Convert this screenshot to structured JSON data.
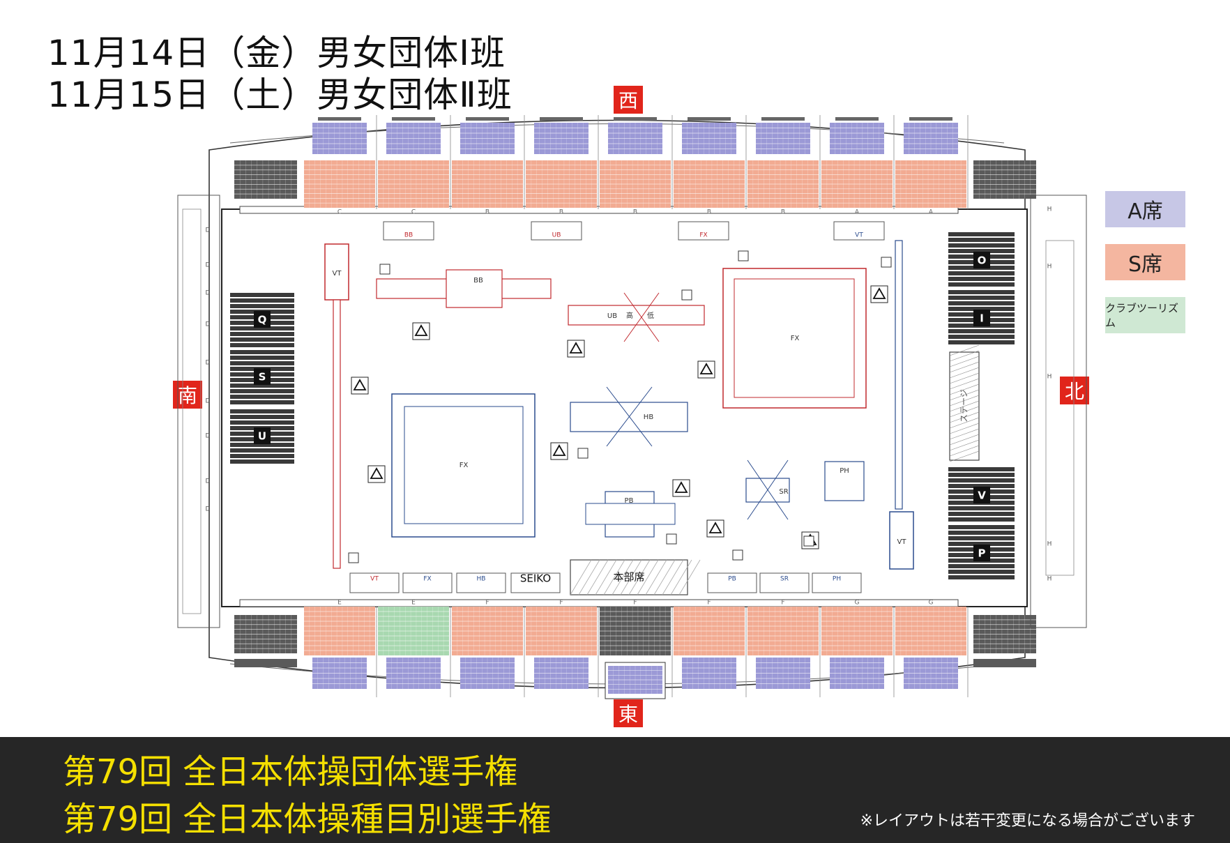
{
  "header": {
    "line1": "11月14日（金）男女団体Ⅰ班",
    "line2": "11月15日（土）男女団体Ⅱ班"
  },
  "directions": {
    "west": "西",
    "east": "東",
    "south": "南",
    "north": "北"
  },
  "legend": [
    {
      "label": "A席",
      "color": "#c7c7e6"
    },
    {
      "label": "S席",
      "color": "#f4b6a0"
    },
    {
      "label": "クラブツーリズム",
      "color": "#cfe8d3"
    }
  ],
  "colors": {
    "a_seat": "#9b99d6",
    "s_seat": "#f2ab92",
    "club": "#a8d8b0",
    "dark": "#5a5a5a",
    "men_apparatus": "#2a4b8d",
    "women_apparatus": "#c0282d",
    "yellow": "#f5e000"
  },
  "top_row_labels": [
    "C",
    "C",
    "B",
    "B",
    "B",
    "B",
    "B",
    "A",
    "A"
  ],
  "bottom_row_labels": [
    "E",
    "E",
    "F",
    "F",
    "F",
    "F",
    "F",
    "G",
    "G"
  ],
  "side_letter": "D",
  "north_side_letter": "H",
  "blocks": {
    "q": "Q",
    "s": "S",
    "u": "U",
    "o": "O",
    "i": "I",
    "v": "V",
    "p": "P"
  },
  "apparatus": {
    "vt_left": "VT",
    "bb": "BB",
    "ub": "UB",
    "ub_high": "高",
    "ub_low": "低",
    "fx_women": "FX",
    "fx_men": "FX",
    "hb": "HB",
    "pb": "PB",
    "sr": "SR",
    "ph": "PH",
    "vt_right": "VT"
  },
  "top_judge_tables": [
    "BB",
    "UB",
    "FX",
    "VT"
  ],
  "bottom_judge_tables": [
    "VT",
    "FX",
    "HB",
    "SEIKO",
    "PB",
    "SR",
    "PH"
  ],
  "hq": "本部席",
  "stage": "ステージ",
  "footer": {
    "line1": "第79回 全日本体操団体選手権",
    "line2": "第79回 全日本体操種目別選手権",
    "note": "※レイアウトは若干変更になる場合がございます"
  }
}
